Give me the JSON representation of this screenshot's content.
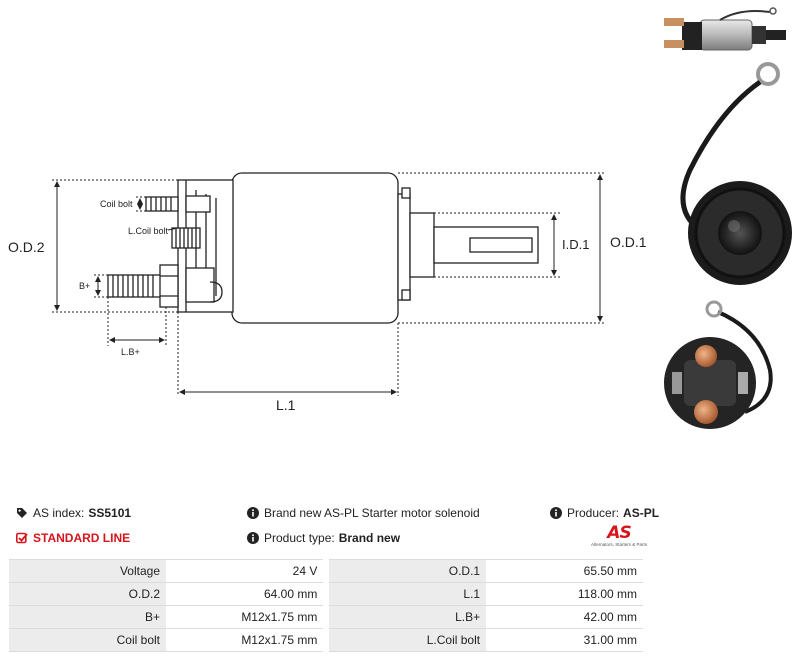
{
  "drawing": {
    "labels": {
      "od2": "O.D.2",
      "od1": "O.D.1",
      "id1": "I.D.1",
      "l1": "L.1",
      "lb": "L.B+",
      "bplus": "B+",
      "coil_bolt": "Coil bolt",
      "lcoil_bolt": "L.Coil bolt"
    }
  },
  "info": {
    "as_index_label": "AS index:",
    "as_index_value": "SS5101",
    "standard_line": "STANDARD LINE",
    "description": "Brand new AS-PL Starter motor solenoid",
    "product_type_label": "Product type:",
    "product_type_value": "Brand new",
    "producer_label": "Producer:",
    "producer_value": "AS-PL",
    "logo_mark": "AS",
    "logo_tagline": "Alternators, Starters & Parts"
  },
  "specs": [
    {
      "label1": "Voltage",
      "value1": "24 V",
      "label2": "O.D.1",
      "value2": "65.50 mm"
    },
    {
      "label1": "O.D.2",
      "value1": "64.00 mm",
      "label2": "L.1",
      "value2": "118.00 mm"
    },
    {
      "label1": "B+",
      "value1": "M12x1.75 mm",
      "label2": "L.B+",
      "value2": "42.00 mm"
    },
    {
      "label1": "Coil bolt",
      "value1": "M12x1.75 mm",
      "label2": "L.Coil bolt",
      "value2": "31.00 mm"
    }
  ],
  "icons": {
    "tag": "tag-icon",
    "check": "check-square-icon",
    "info": "info-circle-icon",
    "accent": "#d6151c"
  }
}
